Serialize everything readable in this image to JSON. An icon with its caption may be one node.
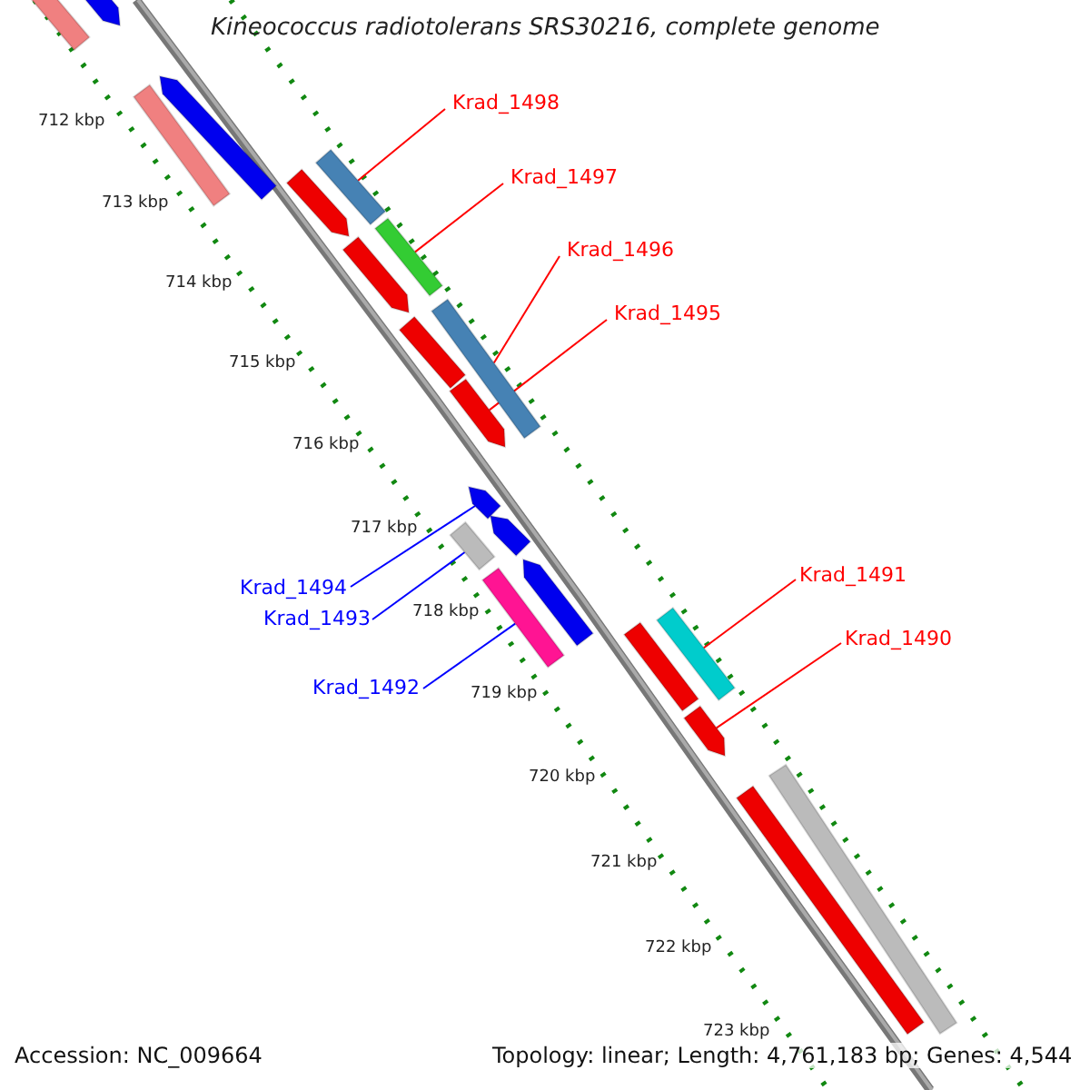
{
  "diagram": {
    "title": "Kineococcus radiotolerans SRS30216, complete genome",
    "nodes": [
      {
        "text": [
          "Krad_1498"
        ]
      },
      {
        "text": [],
        "shape": "arrow"
      },
      {
        "text": [
          "Krad_1497"
        ]
      },
      {
        "text": [],
        "shape": "arrow"
      },
      {
        "text": [
          "Krad_1496"
        ]
      },
      {
        "text": [],
        "shape": "arrow"
      },
      {
        "text": [
          "Krad_1495"
        ]
      },
      {
        "text": [],
        "shape": "arrow"
      },
      {
        "text": [
          "Krad_1494"
        ]
      },
      {
        "text": [],
        "shape": "arrow"
      },
      {
        "text": [
          "Krad_1493"
        ]
      },
      {
        "text": [],
        "shape": "arrow"
      },
      {
        "text": [
          "Krad_1492"
        ]
      },
      {
        "text": [],
        "shape": "arrow"
      },
      {
        "text": [
          "Krad_1491"
        ]
      },
      {
        "text": [],
        "shape": "arrow"
      },
      {
        "text": [
          "Krad_1490"
        ]
      },
      {
        "text": [],
        "shape": "arrow"
      },
      {
        "text": [],
        "shape": "arrow"
      },
      {
        "text": [],
        "shape": "arrow"
      },
      {
        "text": [],
        "shape": "arrow"
      },
      {
        "text": [],
        "shape": "arrow"
      },
      {
        "text": [],
        "shape": "arrow"
      },
      {
        "text": [],
        "shape": "arrow"
      },
      {
        "text": [],
        "shape": "arrow"
      },
      {
        "text": [],
        "shape": "arrow"
      },
      {
        "text": [],
        "shape": "arrow"
      },
      {
        "text": [],
        "shape": "arrow"
      },
      {
        "text": [],
        "shape": "arrow"
      },
      {
        "text": [],
        "shape": "arrow"
      }
    ],
    "edges": [
      {
        "from": 0,
        "to": 1,
        "arrow": "none"
      },
      {
        "from": 2,
        "to": 3,
        "arrow": "none"
      },
      {
        "from": 4,
        "to": 5,
        "arrow": "none"
      },
      {
        "from": 6,
        "to": 7,
        "arrow": "none"
      },
      {
        "from": 8,
        "to": 9,
        "arrow": "none",
        "color": "#0000ff"
      },
      {
        "from": 10,
        "to": 11,
        "arrow": "none",
        "color": "#0000ff"
      },
      {
        "from": 12,
        "to": 13,
        "arrow": "none",
        "color": "#0000ff"
      },
      {
        "from": 14,
        "to": 15,
        "arrow": "none"
      },
      {
        "from": 16,
        "to": 17,
        "arrow": "none"
      }
    ],
    "labels": [
      "712 kbp",
      "713 kbp",
      "714 kbp",
      "715 kbp",
      "716 kbp",
      "717 kbp",
      "718 kbp",
      "719 kbp",
      "720 kbp",
      "721 kbp",
      "722 kbp",
      "723 kbp",
      "Accession: NC_009664",
      "Topology: linear; Length: 4,761,183 bp; Genes: 4,544"
    ]
  }
}
